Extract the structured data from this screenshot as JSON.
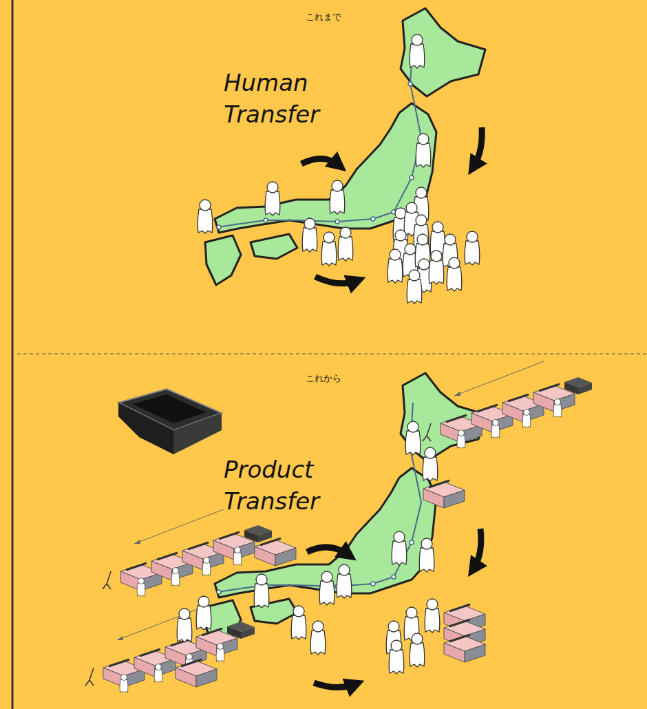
{
  "diagram": {
    "labels": [
      "これまで",
      "Human Transfer",
      "これから",
      "Product Transfer"
    ]
  }
}
